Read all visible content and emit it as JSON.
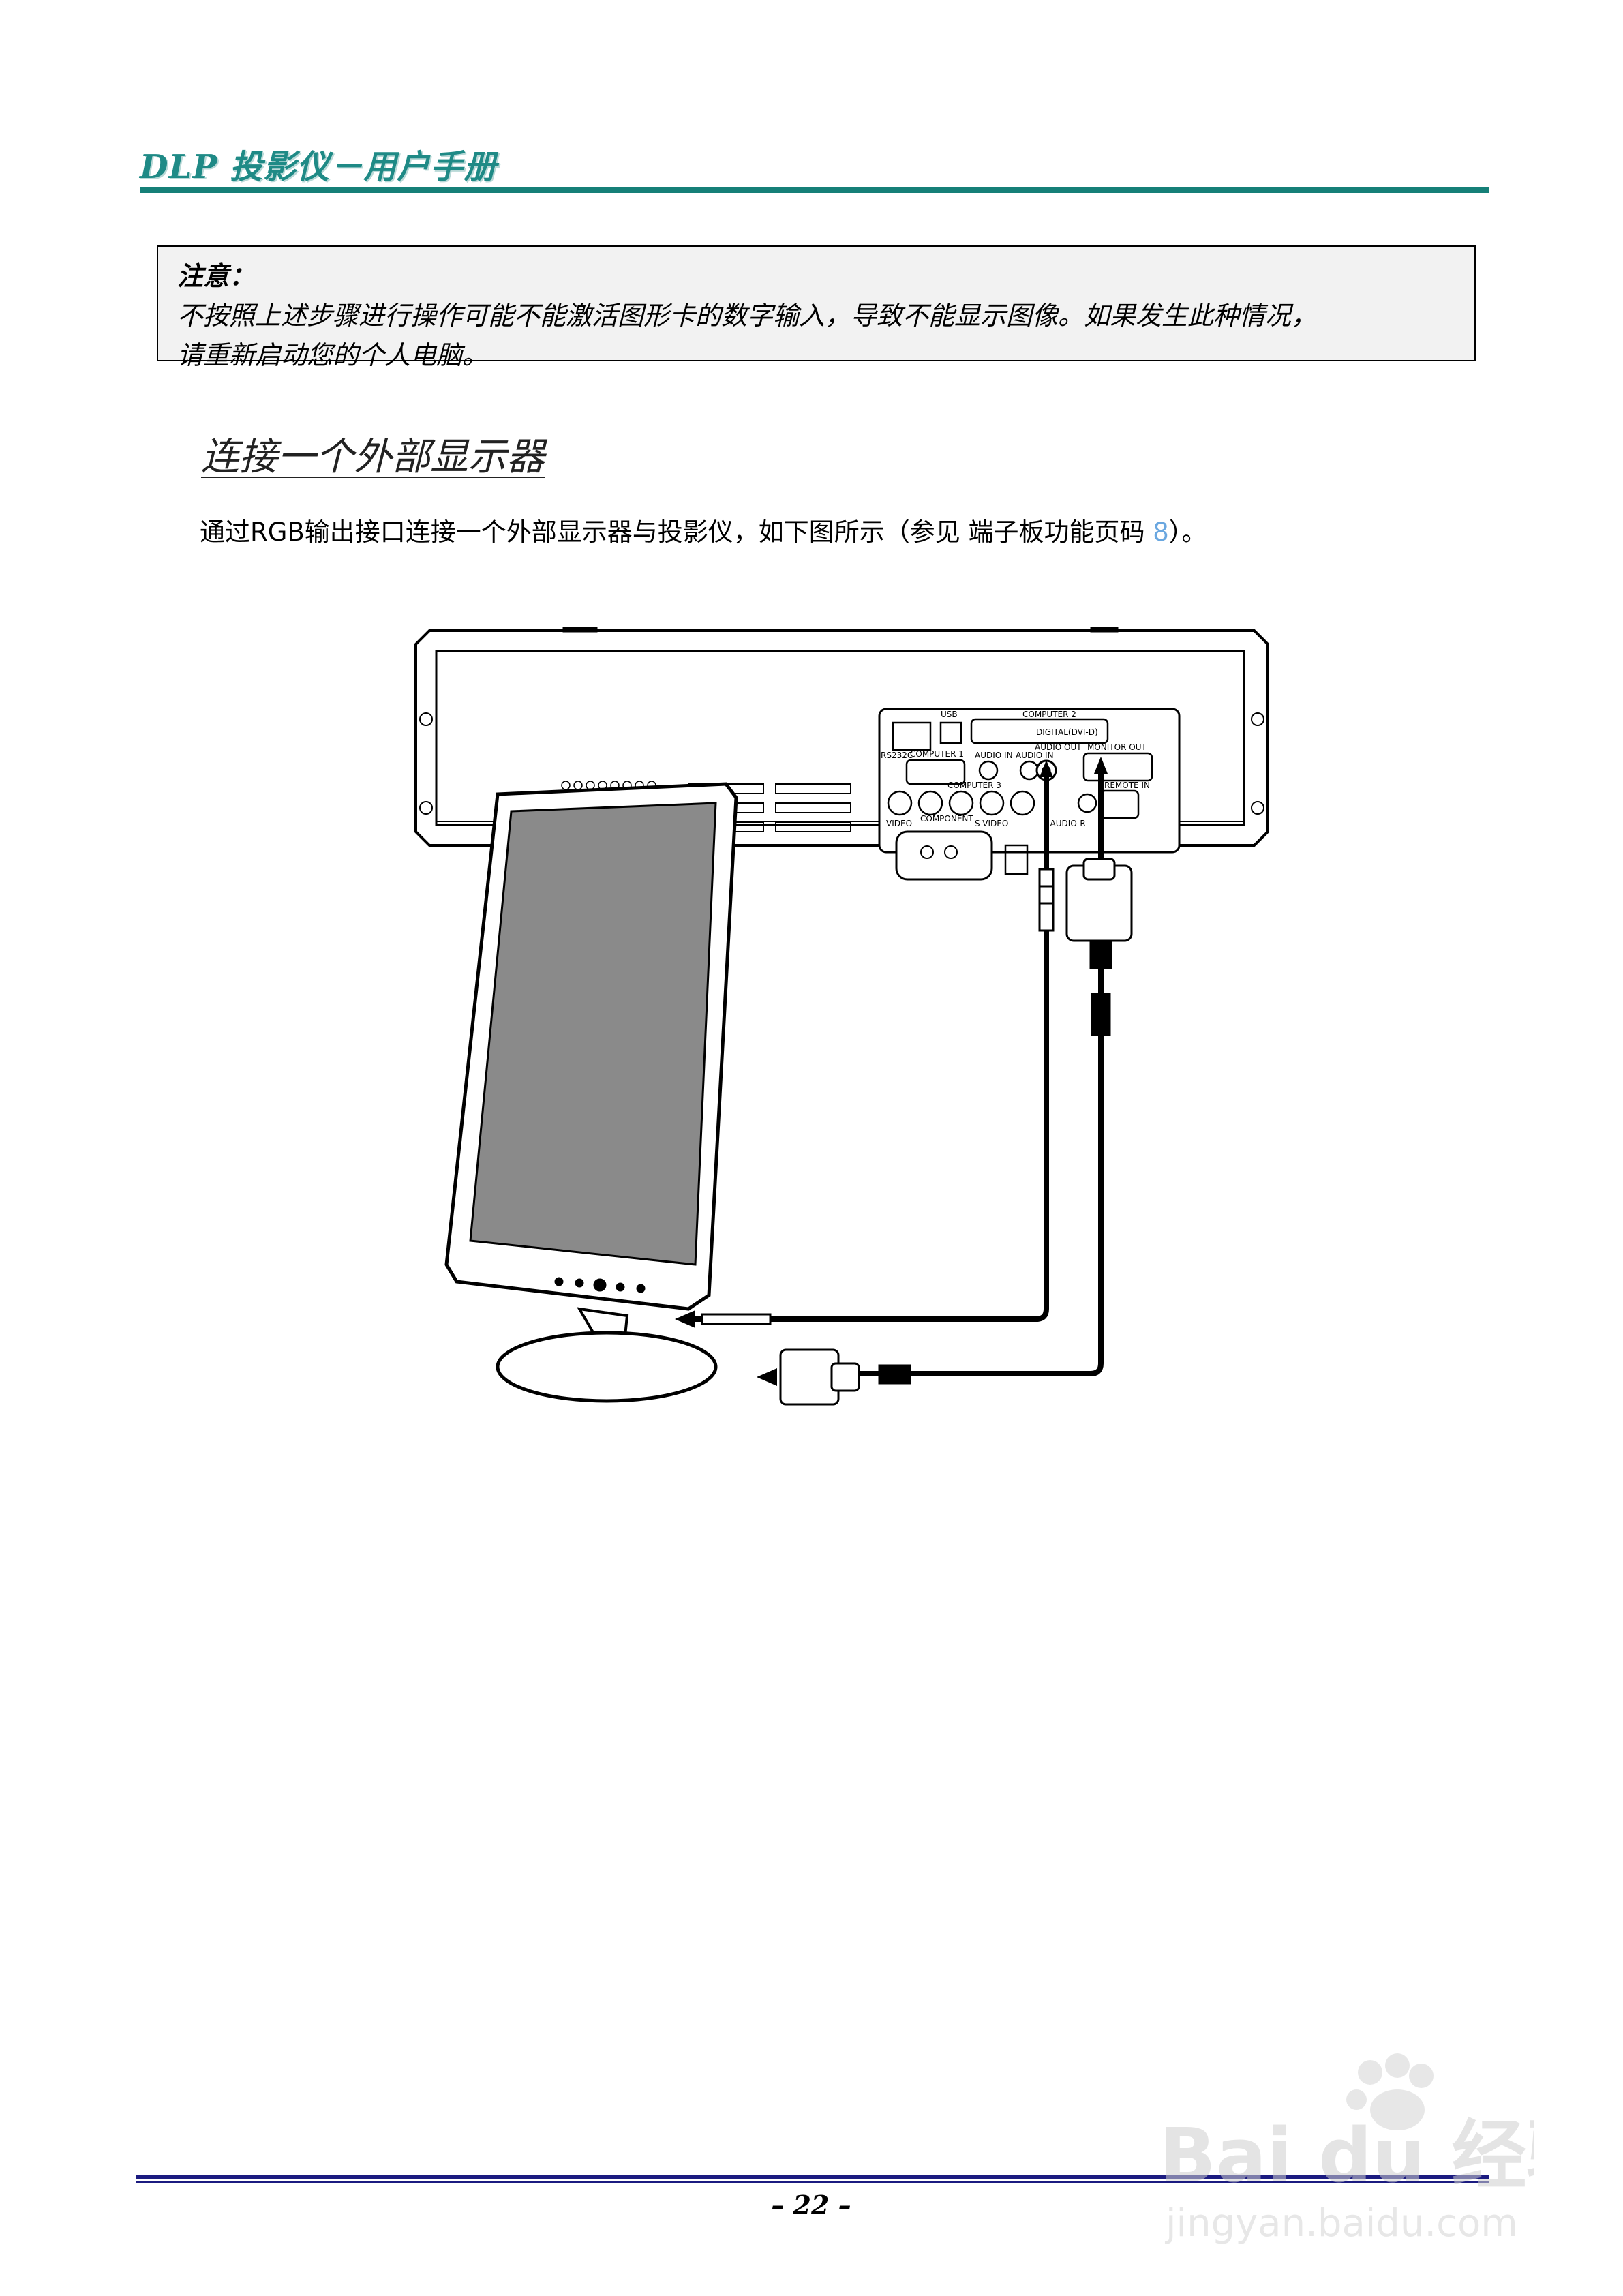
{
  "header": {
    "title": "DLP 投影仪－用户手册"
  },
  "note": {
    "title": "注意：",
    "line1": "不按照上述步骤进行操作可能不能激活图形卡的数字输入，导致不能显示图像。如果发生此种情况，",
    "line2": "请重新启动您的个人电脑。"
  },
  "section": {
    "title": "连接一个外部显示器",
    "body_before": "通过RGB输出接口连接一个外部显示器与投影仪，如下图所示（参见 端子板功能页码 ",
    "page_ref": "8",
    "body_after": "）。"
  },
  "figure": {
    "labels": {
      "computer2": "COMPUTER 2",
      "usb": "USB",
      "digital_dvi": "DIGITAL(DVI-D)",
      "computer1": "COMPUTER 1",
      "audio_in1": "AUDIO IN",
      "audio_in2": "AUDIO IN",
      "audio_out": "AUDIO OUT",
      "monitor_out": "MONITOR OUT",
      "rs232": "RS232C",
      "computer3": "COMPUTER 3",
      "component": "COMPONENT",
      "video": "VIDEO",
      "s_video": "S-VIDEO",
      "audio_lr": "L-AUDIO-R",
      "remote": "REMOTE IN"
    }
  },
  "footer": {
    "page_number": "– 22 –"
  },
  "watermark": {
    "brand": "Bai du 经验",
    "url": "jingyan.baidu.com"
  }
}
